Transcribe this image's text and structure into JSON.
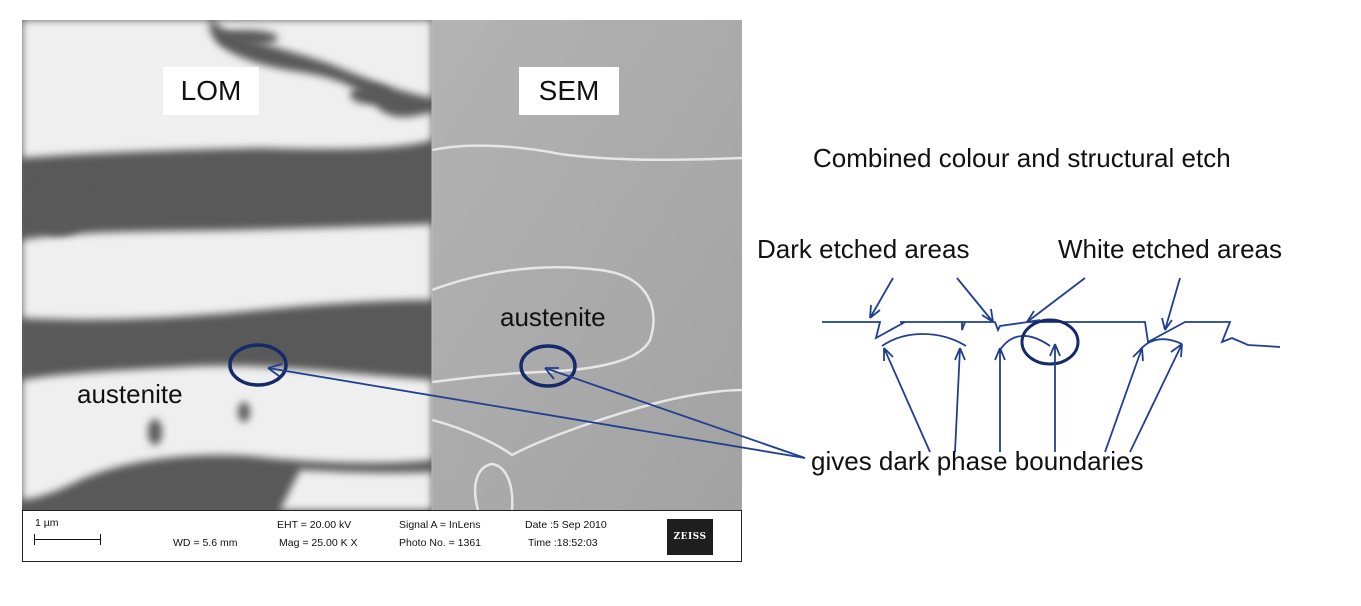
{
  "panels": {
    "lom_label": "LOM",
    "sem_label": "SEM",
    "lom_phase_label": "austenite",
    "sem_phase_label": "austenite"
  },
  "databar": {
    "scale": "1 µm",
    "wd": "WD =  5.6 mm",
    "eht": "EHT = 20.00 kV",
    "mag": "Mag =  25.00 K X",
    "signal": "Signal A = InLens",
    "photo": "Photo No. = 1361",
    "date": "Date :5 Sep 2010",
    "time": "Time :18:52:03",
    "logo": "ZEISS"
  },
  "schematic": {
    "title": "Combined colour and structural etch",
    "dark_label": "Dark etched areas",
    "white_label": "White etched areas",
    "boundaries_label": "gives dark phase boundaries"
  },
  "colors": {
    "annotation": "#1f3f8f",
    "ellipse": "#152a6b",
    "dark_phase": "#5c5c5c",
    "light_phase": "#f0f0f0",
    "sem_background": "#a9a9a9"
  }
}
